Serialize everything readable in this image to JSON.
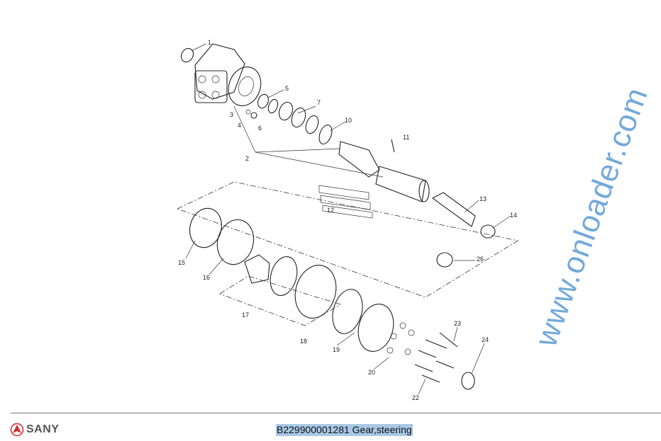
{
  "diagram": {
    "part_labels": [
      "1",
      "2",
      "3",
      "4",
      "5",
      "6",
      "7",
      "10",
      "11",
      "12",
      "13",
      "14",
      "15",
      "16",
      "17",
      "18",
      "19",
      "20",
      "22",
      "23",
      "24",
      "26"
    ]
  },
  "watermark": "www.onloader.com",
  "footer": {
    "brand": "SANY",
    "caption": "B229900001281 Gear,steering",
    "brand_color": "#d7262d",
    "highlight_color": "#a9c9e6"
  }
}
